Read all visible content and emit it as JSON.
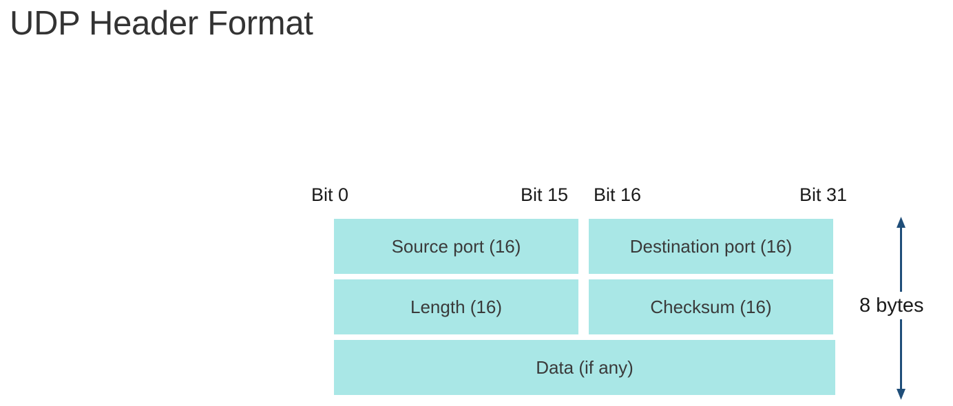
{
  "page": {
    "title": "UDP Header Format",
    "background_color": "#ffffff"
  },
  "colors": {
    "field_fill": "#a9e7e6",
    "field_text": "#3a3a3a",
    "title_text": "#333333",
    "arrow": "#1f4e79",
    "label_text": "#1a1a1a"
  },
  "bit_ruler": {
    "bit_start_left": "Bit 0",
    "bit_end_left": "Bit 15",
    "bit_start_right": "Bit 16",
    "bit_end_right": "Bit 31"
  },
  "diagram": {
    "rows": [
      {
        "cells": [
          {
            "label": "Source port (16)",
            "span": "half"
          },
          {
            "label": "Destination port (16)",
            "span": "half"
          }
        ]
      },
      {
        "cells": [
          {
            "label": "Length (16)",
            "span": "half"
          },
          {
            "label": "Checksum (16)",
            "span": "half"
          }
        ]
      },
      {
        "cells": [
          {
            "label": "Data (if any)",
            "span": "full"
          }
        ]
      }
    ]
  },
  "annotation": {
    "size_label": "8 bytes",
    "arrow_type": "double-headed-vertical-arrow"
  }
}
